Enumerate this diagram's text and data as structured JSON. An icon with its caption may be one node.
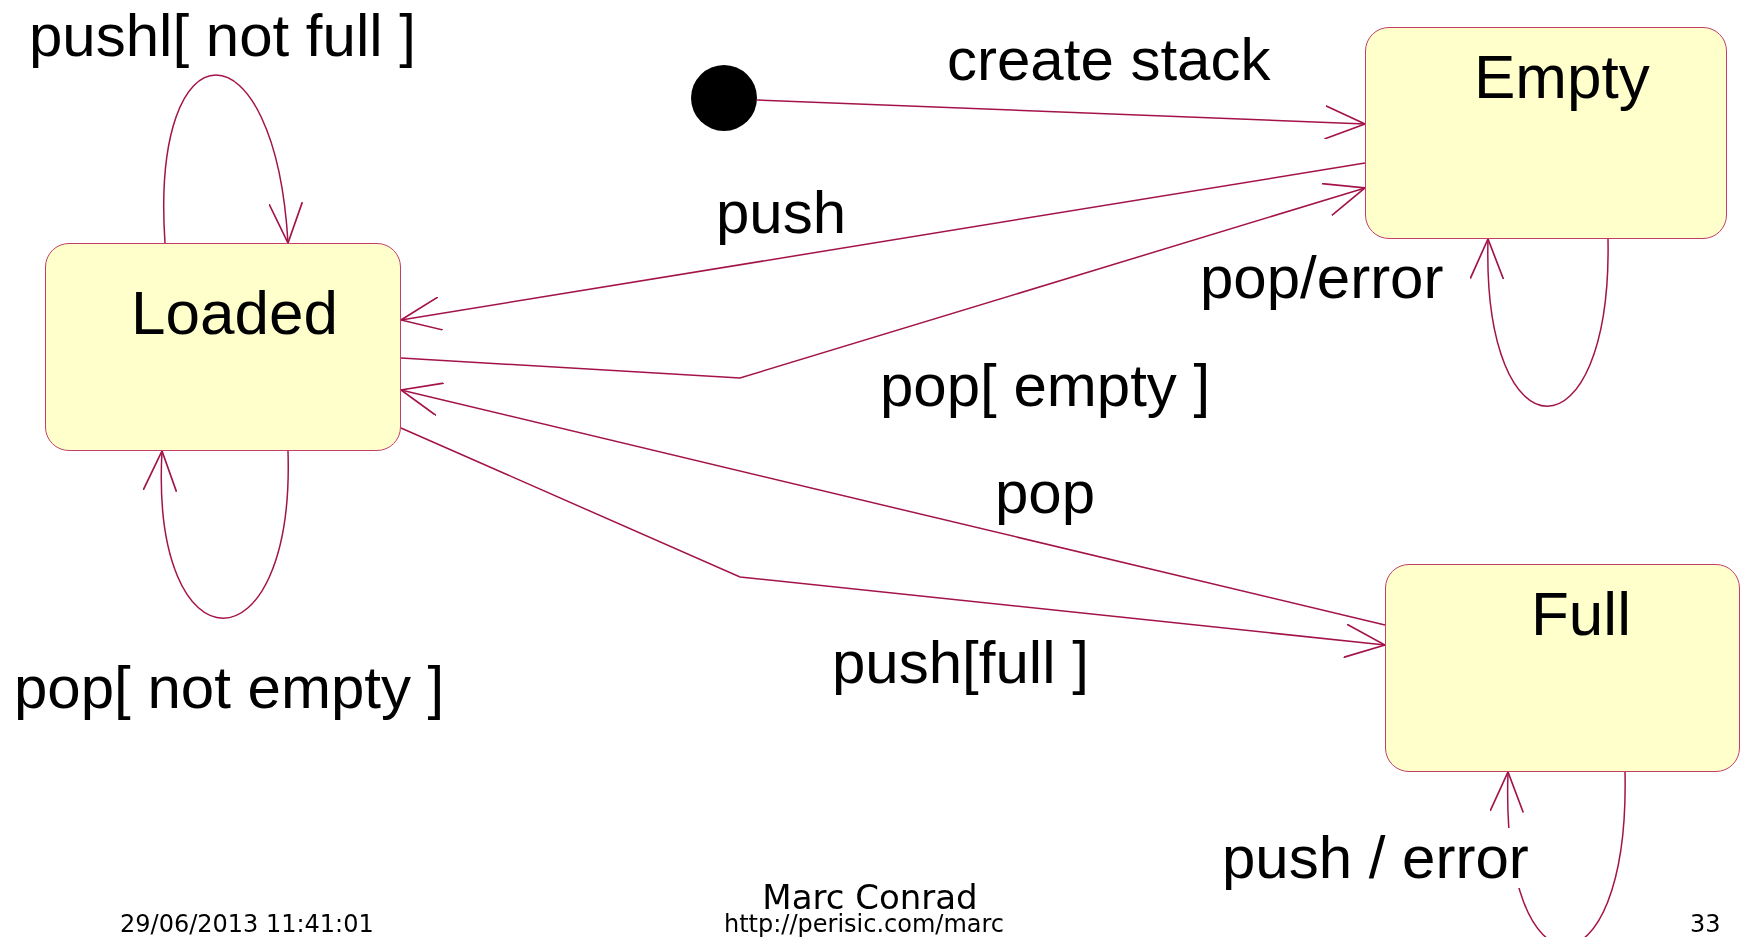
{
  "diagram": {
    "nodes": [
      {
        "text": [],
        "shape": "circle"
      },
      {
        "text": [
          "Empty"
        ]
      },
      {
        "text": [
          "Loaded"
        ]
      },
      {
        "text": [
          "Full"
        ]
      }
    ],
    "edges": [
      {
        "from": 0,
        "to": 1,
        "arrow": "to",
        "label": "create stack"
      },
      {
        "from": 1,
        "to": 2,
        "arrow": "to",
        "label": "push"
      },
      {
        "from": 2,
        "to": 1,
        "arrow": "to",
        "label": "pop[ empty ]"
      },
      {
        "from": 3,
        "to": 2,
        "arrow": "to",
        "label": "pop"
      },
      {
        "from": 2,
        "to": 3,
        "arrow": "to",
        "label": "push[full ]"
      },
      {
        "from": 2,
        "to": 2,
        "arrow": "to",
        "label": "pushl[ not full ]"
      },
      {
        "from": 2,
        "to": 2,
        "arrow": "to",
        "label": "pop[ not empty ]"
      },
      {
        "from": 1,
        "to": 1,
        "arrow": "to",
        "label": "pop/error"
      },
      {
        "from": 3,
        "to": 3,
        "arrow": "to",
        "label": "push / error"
      }
    ],
    "labels": [
      "Marc Conrad",
      "29/06/2013 11:41:01",
      "http://perisic.com/marc",
      "33"
    ]
  }
}
